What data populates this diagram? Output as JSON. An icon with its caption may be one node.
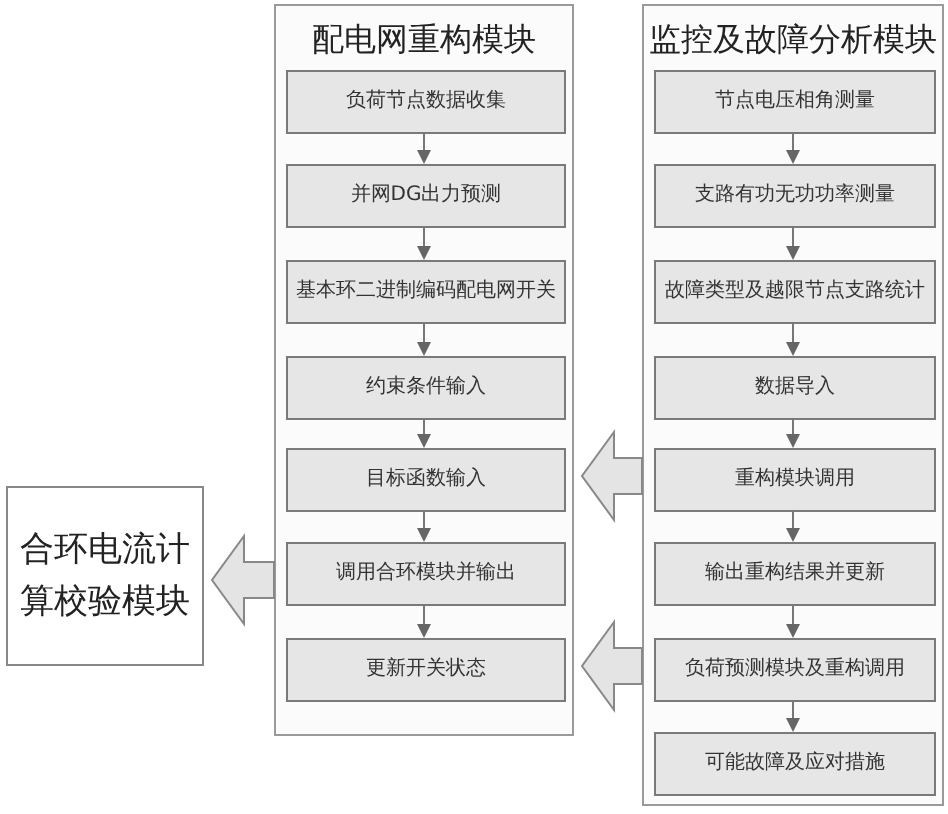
{
  "diagram": {
    "nodes": [
      {
        "text": [
          "配电网重构模块"
        ]
      },
      {
        "text": [
          "负荷节点数据收集"
        ],
        "in": 0
      },
      {
        "text": [
          "并网DG出力预测"
        ],
        "in": 0
      },
      {
        "text": [
          "基本环二进制编码配电网开关"
        ],
        "in": 0
      },
      {
        "text": [
          "约束条件输入"
        ],
        "in": 0
      },
      {
        "text": [
          "目标函数输入"
        ],
        "in": 0
      },
      {
        "text": [
          "调用合环模块并输出"
        ],
        "in": 0
      },
      {
        "text": [
          "更新开关状态"
        ],
        "in": 0
      },
      {
        "text": [
          "监控及故障分析模块"
        ]
      },
      {
        "text": [
          "节点电压相角测量"
        ],
        "in": 8
      },
      {
        "text": [
          "支路有功无功功率测量"
        ],
        "in": 8
      },
      {
        "text": [
          "故障类型及越限节点支路统计"
        ],
        "in": 8
      },
      {
        "text": [
          "数据导入"
        ],
        "in": 8
      },
      {
        "text": [
          "重构模块调用"
        ],
        "in": 8
      },
      {
        "text": [
          "输出重构结果并更新"
        ],
        "in": 8
      },
      {
        "text": [
          "负荷预测模块及重构调用"
        ],
        "in": 8
      },
      {
        "text": [
          "可能故障及应对措施"
        ],
        "in": 8
      },
      {
        "text": [
          "合环电流计算校验模块"
        ]
      }
    ],
    "edges": [
      {
        "from": 1,
        "to": 2,
        "arrow": "to"
      },
      {
        "from": 2,
        "to": 3,
        "arrow": "to"
      },
      {
        "from": 3,
        "to": 4,
        "arrow": "to"
      },
      {
        "from": 4,
        "to": 5,
        "arrow": "to"
      },
      {
        "from": 5,
        "to": 6,
        "arrow": "to"
      },
      {
        "from": 6,
        "to": 7,
        "arrow": "to"
      },
      {
        "from": 9,
        "to": 10,
        "arrow": "to"
      },
      {
        "from": 10,
        "to": 11,
        "arrow": "to"
      },
      {
        "from": 11,
        "to": 12,
        "arrow": "to"
      },
      {
        "from": 12,
        "to": 13,
        "arrow": "to"
      },
      {
        "from": 13,
        "to": 14,
        "arrow": "to"
      },
      {
        "from": 14,
        "to": 15,
        "arrow": "to"
      },
      {
        "from": 15,
        "to": 16,
        "arrow": "to"
      },
      {
        "from": 0,
        "to": 17,
        "arrow": "to",
        "style": "thick"
      },
      {
        "from": 8,
        "to": 0,
        "arrow": "to",
        "style": "thick"
      },
      {
        "from": 8,
        "to": 0,
        "arrow": "to",
        "style": "thick"
      }
    ]
  }
}
